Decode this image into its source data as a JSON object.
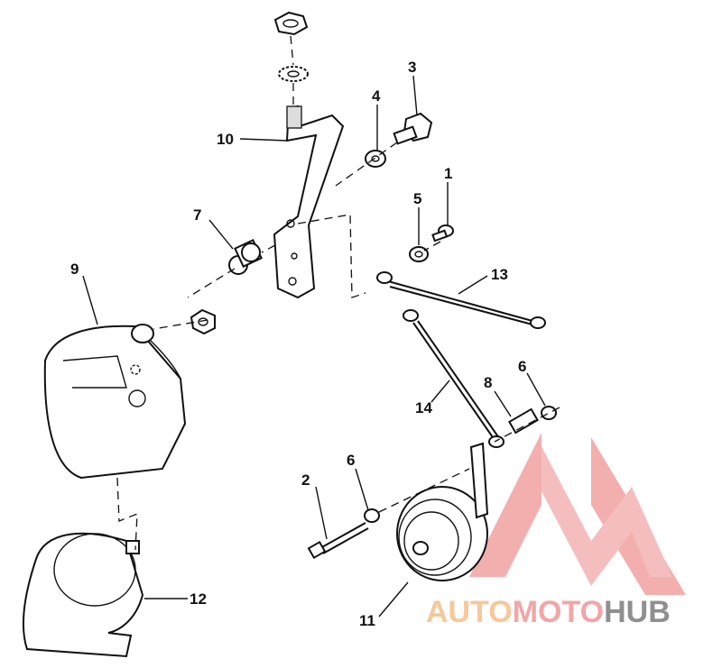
{
  "callouts": {
    "c1": "1",
    "c2": "2",
    "c3": "3",
    "c4": "4",
    "c5": "5",
    "c6a": "6",
    "c6b": "6",
    "c7": "7",
    "c8": "8",
    "c9": "9",
    "c10": "10",
    "c11": "11",
    "c12": "12",
    "c13": "13",
    "c14": "14"
  },
  "watermark": {
    "part1": "AUTO",
    "part2": "MOTO",
    "part3": "HUB",
    "color_primary": "#f2a6a6",
    "color_accent": "#f6c89a",
    "color_dark": "#8f8f8f"
  }
}
